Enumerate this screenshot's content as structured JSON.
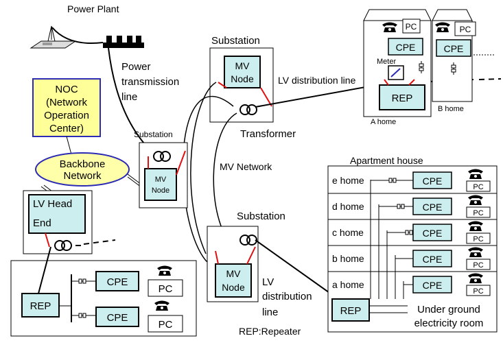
{
  "colors": {
    "node_fill": "#cceeee",
    "noc_fill": "#ffff99",
    "noc_border": "#2b2bb5",
    "backbone_fill": "#ffffaa",
    "backbone_border": "#2b2bb5",
    "red_link": "#e01010",
    "line": "#000000"
  },
  "top": {
    "power_plant": "Power Plant",
    "power_line_1": "Power",
    "power_line_2": "transmission",
    "power_line_3": "line"
  },
  "substation_top": {
    "title": "Substation",
    "node_1": "MV",
    "node_2": "Node",
    "transformer": "Transformer",
    "lv_line": "LV distribution line"
  },
  "homes": {
    "pc": "PC",
    "cpe": "CPE",
    "meter": "Meter",
    "rep": "REP",
    "a_home": "A home",
    "b_home": "B home"
  },
  "noc": {
    "line1": "NOC",
    "line2": "(Network",
    "line3": "Operation",
    "line4": "Center)"
  },
  "backbone": {
    "line1": "Backbone",
    "line2": "Network"
  },
  "substation_mid": {
    "title": "Substation",
    "node_1": "MV",
    "node_2": "Node"
  },
  "mv_network": "MV Network",
  "lv_head": {
    "line1": "LV Head",
    "line2": "End"
  },
  "bottom_left": {
    "rep": "REP",
    "cpe": "CPE",
    "pc": "PC"
  },
  "substation_bottom": {
    "title": "Substation",
    "node_1": "MV",
    "node_2": "Node",
    "lv_1": "LV",
    "lv_2": "distribution",
    "lv_3": "line"
  },
  "rep_legend": "REP:Repeater",
  "apartment": {
    "title": "Apartment house",
    "rows": [
      {
        "label": "e home",
        "cpe": "CPE",
        "pc": "PC"
      },
      {
        "label": "d home",
        "cpe": "CPE",
        "pc": "PC"
      },
      {
        "label": "c home",
        "cpe": "CPE",
        "pc": "PC"
      },
      {
        "label": "b home",
        "cpe": "CPE",
        "pc": "PC"
      },
      {
        "label": "a home",
        "cpe": "CPE",
        "pc": "PC"
      }
    ],
    "rep": "REP",
    "room_1": "Under ground",
    "room_2": "electricity room"
  },
  "icons": [
    "telephone-icon",
    "plug-icon",
    "power-plant-icon",
    "transformer-icon",
    "meter-icon"
  ]
}
